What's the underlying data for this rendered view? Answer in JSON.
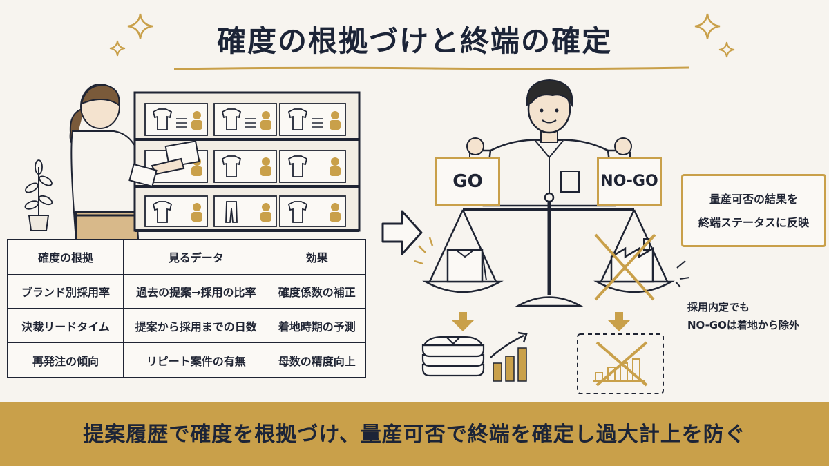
{
  "title": "確度の根拠づけと終端の確定",
  "table": {
    "headers": [
      "確度の根拠",
      "見るデータ",
      "効果"
    ],
    "rows": [
      [
        "ブランド別採用率",
        "過去の提案→採用の比率",
        "確度係数の補正"
      ],
      [
        "決裁リードタイム",
        "提案から採用までの日数",
        "着地時期の予測"
      ],
      [
        "再発注の傾向",
        "リピート案件の有無",
        "母数の精度向上"
      ]
    ]
  },
  "scale": {
    "go_label": "GO",
    "nogo_label": "NO-GO"
  },
  "right_box": {
    "line1": "量産可否の結果を",
    "line2": "終端ステータスに反映"
  },
  "note": {
    "line1": "採用内定でも",
    "line2": "NO-GOは着地から除外"
  },
  "banner": "提案履歴で確度を根拠づけ、量産可否で終端を確定し過大計上を防ぐ",
  "colors": {
    "accent": "#c9a04a",
    "ink": "#1f2433",
    "background": "#f7f4ef"
  }
}
